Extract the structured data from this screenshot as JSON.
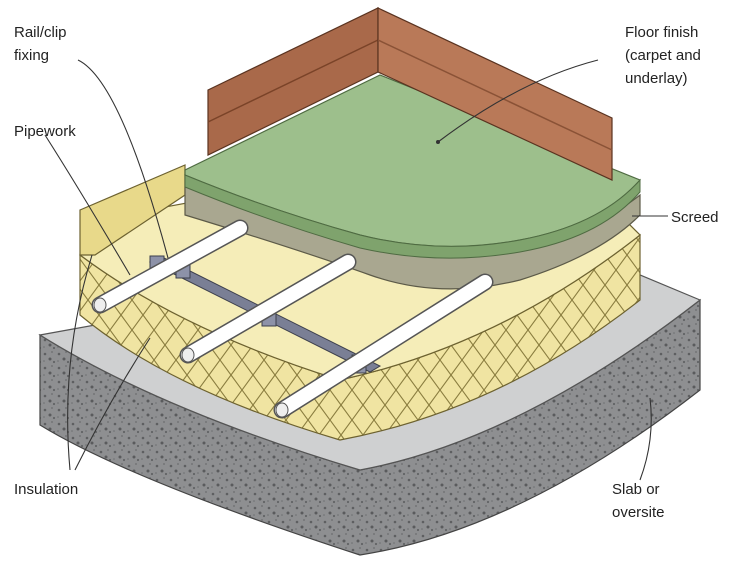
{
  "labels": {
    "rail_clip": [
      "Rail/clip",
      "fixing"
    ],
    "pipework": [
      "Pipework"
    ],
    "floor_finish": [
      "Floor finish",
      "(carpet and",
      "underlay)"
    ],
    "screed": [
      "Screed"
    ],
    "insulation": [
      "Insulation"
    ],
    "slab": [
      "Slab or",
      "oversite"
    ]
  },
  "colors": {
    "skirting": "#a9694a",
    "skirting_dark": "#8a5236",
    "carpet": "#9dbf8c",
    "carpet_edge": "#7fa36d",
    "screed": "#a9a790",
    "insulation": "#f5edb8",
    "insulation_side": "#e8d98a",
    "pipe": "#ffffff",
    "rail": "#7a7f95",
    "slab_top": "#cfd0d1",
    "slab_side": "#8e8f91"
  }
}
